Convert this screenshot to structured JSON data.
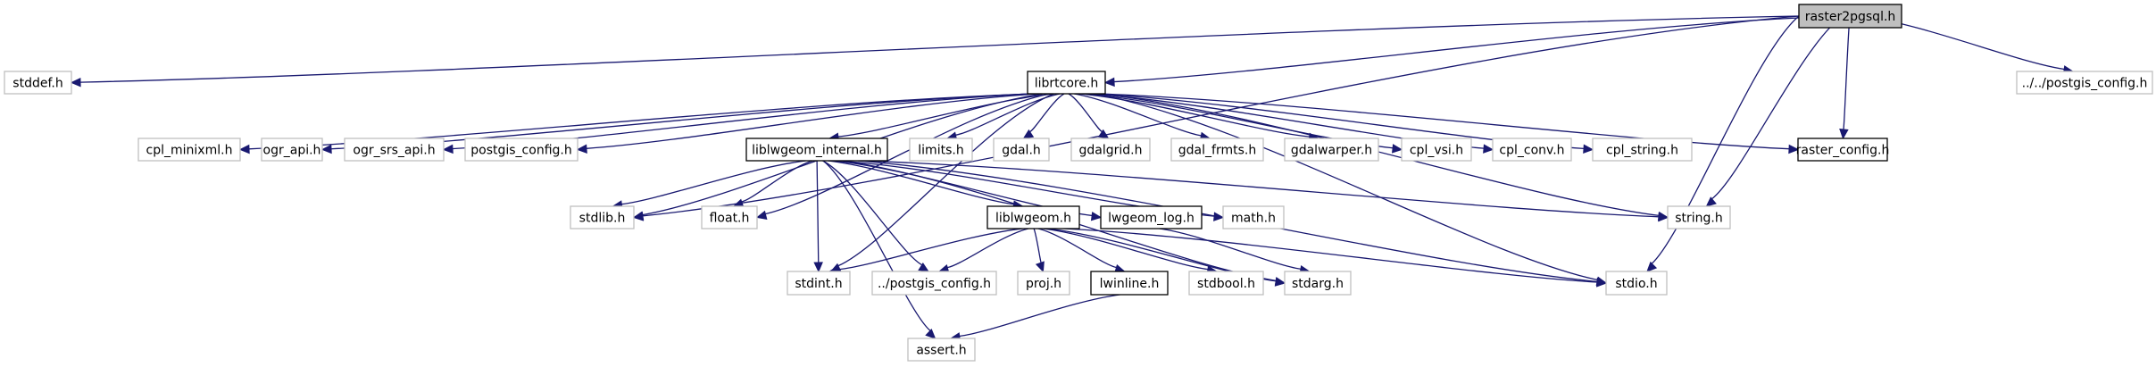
{
  "diagram": {
    "type": "include-dependency-graph",
    "root": "raster2pgsql.h",
    "colors": {
      "edge": "#191970",
      "root_fill": "#bfbfbf",
      "documented_border": "#000000",
      "external_border": "#bfbfbf"
    },
    "nodes": [
      {
        "id": "raster2pgsql",
        "label": "raster2pgsql.h",
        "kind": "root"
      },
      {
        "id": "stddef",
        "label": "stddef.h",
        "kind": "external"
      },
      {
        "id": "librtcore",
        "label": "librtcore.h",
        "kind": "documented"
      },
      {
        "id": "dd_postgis_config",
        "label": "../../postgis_config.h",
        "kind": "external"
      },
      {
        "id": "cpl_minixml",
        "label": "cpl_minixml.h",
        "kind": "external"
      },
      {
        "id": "ogr_api",
        "label": "ogr_api.h",
        "kind": "external"
      },
      {
        "id": "ogr_srs_api",
        "label": "ogr_srs_api.h",
        "kind": "external"
      },
      {
        "id": "postgis_config",
        "label": "postgis_config.h",
        "kind": "external"
      },
      {
        "id": "liblwgeom_internal",
        "label": "liblwgeom_internal.h",
        "kind": "documented"
      },
      {
        "id": "limits",
        "label": "limits.h",
        "kind": "external"
      },
      {
        "id": "gdal",
        "label": "gdal.h",
        "kind": "external"
      },
      {
        "id": "gdalgrid",
        "label": "gdalgrid.h",
        "kind": "external"
      },
      {
        "id": "gdal_frmts",
        "label": "gdal_frmts.h",
        "kind": "external"
      },
      {
        "id": "gdalwarper",
        "label": "gdalwarper.h",
        "kind": "external"
      },
      {
        "id": "cpl_vsi",
        "label": "cpl_vsi.h",
        "kind": "external"
      },
      {
        "id": "cpl_conv",
        "label": "cpl_conv.h",
        "kind": "external"
      },
      {
        "id": "cpl_string",
        "label": "cpl_string.h",
        "kind": "external"
      },
      {
        "id": "raster_config",
        "label": "raster_config.h",
        "kind": "documented"
      },
      {
        "id": "stdlib",
        "label": "stdlib.h",
        "kind": "external"
      },
      {
        "id": "float",
        "label": "float.h",
        "kind": "external"
      },
      {
        "id": "liblwgeom",
        "label": "liblwgeom.h",
        "kind": "documented"
      },
      {
        "id": "lwgeom_log",
        "label": "lwgeom_log.h",
        "kind": "documented"
      },
      {
        "id": "math",
        "label": "math.h",
        "kind": "external"
      },
      {
        "id": "string",
        "label": "string.h",
        "kind": "external"
      },
      {
        "id": "stdint",
        "label": "stdint.h",
        "kind": "external"
      },
      {
        "id": "d_postgis_config",
        "label": "../postgis_config.h",
        "kind": "external"
      },
      {
        "id": "proj",
        "label": "proj.h",
        "kind": "external"
      },
      {
        "id": "lwinline",
        "label": "lwinline.h",
        "kind": "documented"
      },
      {
        "id": "stdbool",
        "label": "stdbool.h",
        "kind": "external"
      },
      {
        "id": "stdarg",
        "label": "stdarg.h",
        "kind": "external"
      },
      {
        "id": "stdio",
        "label": "stdio.h",
        "kind": "external"
      },
      {
        "id": "assert",
        "label": "assert.h",
        "kind": "external"
      }
    ],
    "edges": [
      [
        "raster2pgsql",
        "stddef"
      ],
      [
        "raster2pgsql",
        "librtcore"
      ],
      [
        "raster2pgsql",
        "dd_postgis_config"
      ],
      [
        "raster2pgsql",
        "stdlib"
      ],
      [
        "raster2pgsql",
        "raster_config"
      ],
      [
        "raster2pgsql",
        "string"
      ],
      [
        "raster2pgsql",
        "stdio"
      ],
      [
        "librtcore",
        "cpl_minixml"
      ],
      [
        "librtcore",
        "ogr_api"
      ],
      [
        "librtcore",
        "ogr_srs_api"
      ],
      [
        "librtcore",
        "postgis_config"
      ],
      [
        "librtcore",
        "liblwgeom_internal"
      ],
      [
        "librtcore",
        "limits"
      ],
      [
        "librtcore",
        "gdal"
      ],
      [
        "librtcore",
        "gdalgrid"
      ],
      [
        "librtcore",
        "gdal_frmts"
      ],
      [
        "librtcore",
        "gdalwarper"
      ],
      [
        "librtcore",
        "cpl_vsi"
      ],
      [
        "librtcore",
        "cpl_conv"
      ],
      [
        "librtcore",
        "cpl_string"
      ],
      [
        "librtcore",
        "raster_config"
      ],
      [
        "librtcore",
        "stdlib"
      ],
      [
        "librtcore",
        "float"
      ],
      [
        "librtcore",
        "stdint"
      ],
      [
        "librtcore",
        "string"
      ],
      [
        "librtcore",
        "stdio"
      ],
      [
        "liblwgeom_internal",
        "stdlib"
      ],
      [
        "liblwgeom_internal",
        "float"
      ],
      [
        "liblwgeom_internal",
        "stdint"
      ],
      [
        "liblwgeom_internal",
        "d_postgis_config"
      ],
      [
        "liblwgeom_internal",
        "assert"
      ],
      [
        "liblwgeom_internal",
        "liblwgeom"
      ],
      [
        "liblwgeom_internal",
        "lwgeom_log"
      ],
      [
        "liblwgeom_internal",
        "math"
      ],
      [
        "liblwgeom_internal",
        "string"
      ],
      [
        "liblwgeom_internal",
        "stdarg"
      ],
      [
        "liblwgeom_internal",
        "stdio"
      ],
      [
        "liblwgeom",
        "stdint"
      ],
      [
        "liblwgeom",
        "d_postgis_config"
      ],
      [
        "liblwgeom",
        "proj"
      ],
      [
        "liblwgeom",
        "lwinline"
      ],
      [
        "liblwgeom",
        "stdbool"
      ],
      [
        "liblwgeom",
        "stdarg"
      ],
      [
        "liblwgeom",
        "stdio"
      ],
      [
        "lwgeom_log",
        "stdarg"
      ],
      [
        "lwinline",
        "assert"
      ]
    ]
  }
}
